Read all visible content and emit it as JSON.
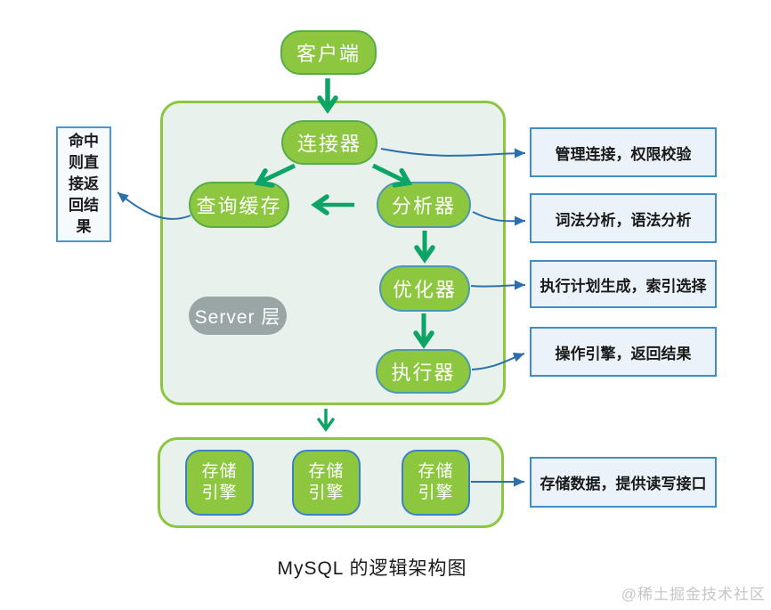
{
  "title": "MySQL 的逻辑架构图",
  "watermark": "@稀土掘金技术社区",
  "colors": {
    "node_green": "#8dc63f",
    "layer_fill": "#e9f1ec",
    "layer_border": "#8cc63f",
    "gray_pill": "#9aa6a5",
    "note_fill": "#ebf2f9",
    "note_border": "#3f8fc6",
    "arrow_green": "#0ca467",
    "arrow_blue": "#2c6fad"
  },
  "nodes": {
    "client": "客户端",
    "connector": "连接器",
    "query_cache": "查询缓存",
    "analyzer": "分析器",
    "optimizer": "优化器",
    "executor": "执行器",
    "server_layer_label": "Server 层",
    "storage_engines": [
      "存储引擎",
      "存储引擎",
      "存储引擎"
    ]
  },
  "annotations": {
    "cache_hit": "命中则直接返回结果",
    "connector_note": "管理连接，权限校验",
    "analyzer_note": "词法分析，语法分析",
    "optimizer_note": "执行计划生成，索引选择",
    "executor_note": "操作引擎，返回结果",
    "storage_note": "存储数据，提供读写接口"
  }
}
